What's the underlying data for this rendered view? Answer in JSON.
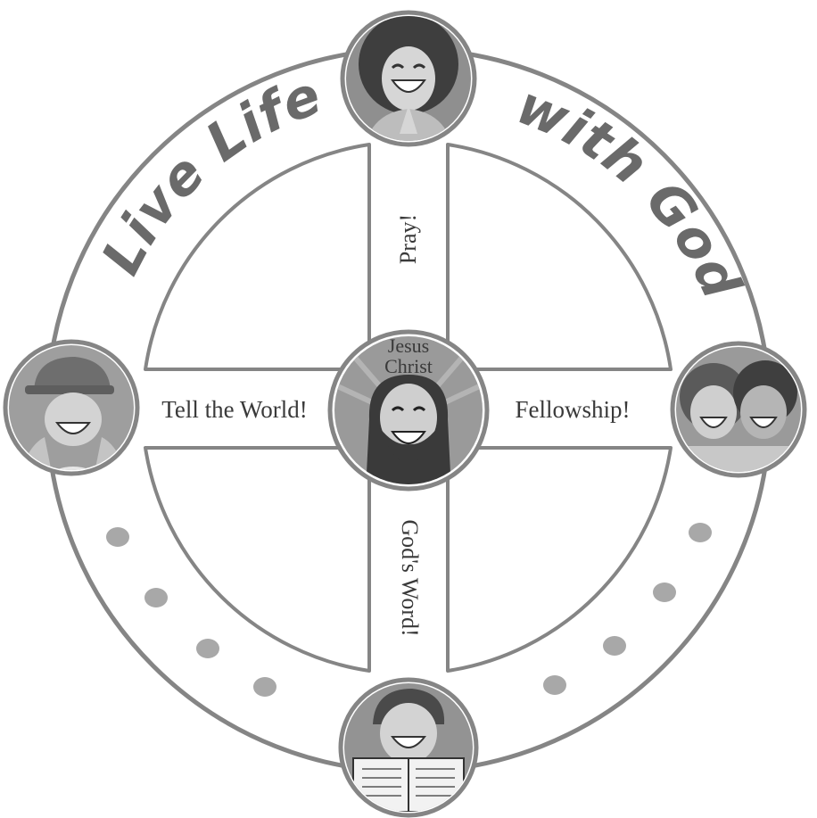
{
  "diagram": {
    "arc_left_text": "Live Life",
    "arc_right_text": "with God!",
    "center_label_line1": "Jesus",
    "center_label_line2": "Christ",
    "top_arm_label": "Pray!",
    "right_arm_label": "Fellowship!",
    "bottom_arm_label": "God's Word!",
    "left_arm_label": "Tell the World!",
    "colors": {
      "outline": "#858585",
      "ring_fill": "#ffffff",
      "medallion_bg": "#8f8f8f",
      "dot": "#a8a8a8",
      "face": "#d9d9d9",
      "dark": "#4a4a4a"
    },
    "icons": {
      "top": "praying-girl-icon",
      "right": "friends-icon",
      "bottom": "reading-boy-icon",
      "left": "boy-with-cap-icon",
      "center": "jesus-icon"
    }
  }
}
